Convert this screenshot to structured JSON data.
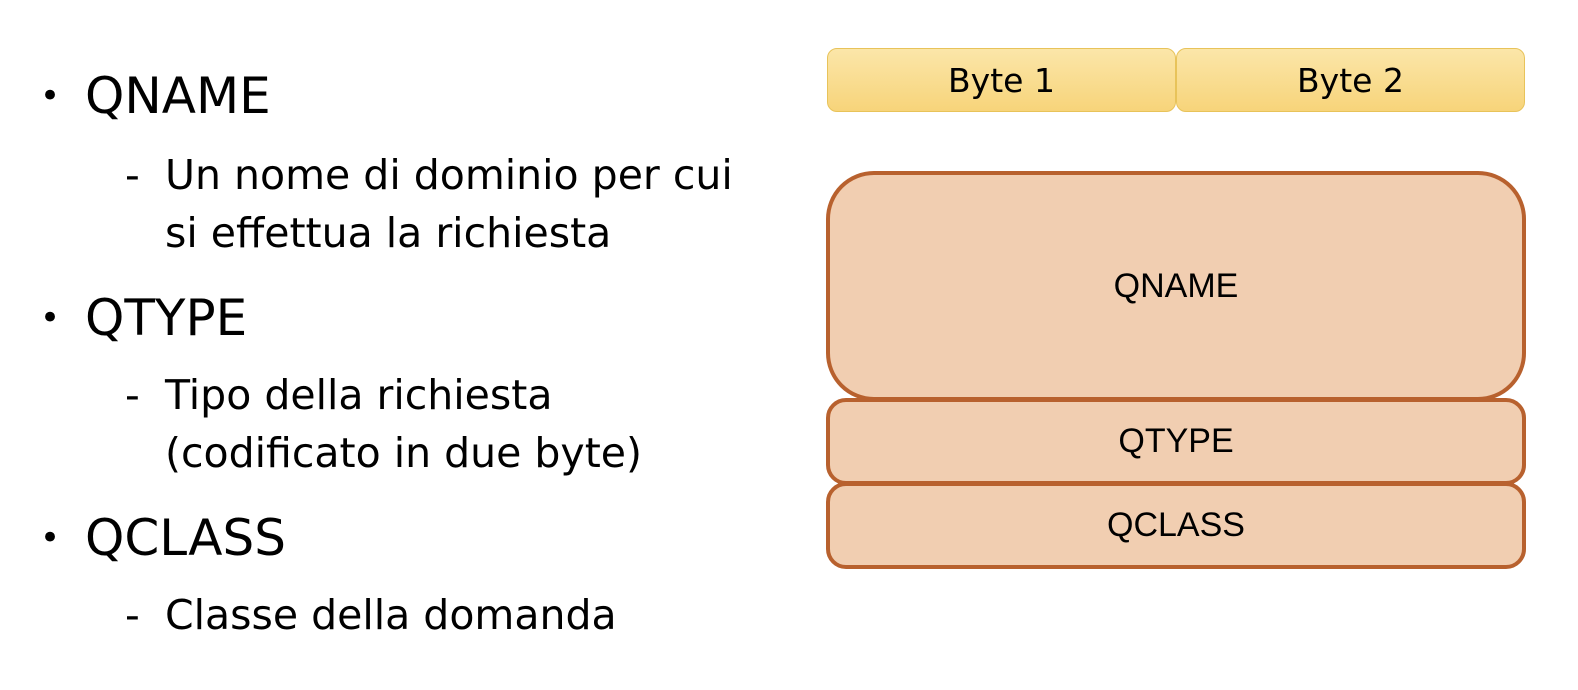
{
  "bullets": [
    {
      "title": "QNAME",
      "sub": [
        "Un nome di dominio per cui",
        "si effettua la richiesta"
      ]
    },
    {
      "title": "QTYPE",
      "sub": [
        "Tipo della richiesta",
        "(codificato in due byte)"
      ]
    },
    {
      "title": "QCLASS",
      "sub": [
        "Classe della domanda"
      ]
    }
  ],
  "bullet_symbol": "•",
  "dash_symbol": "-",
  "diagram": {
    "bytes": [
      "Byte 1",
      "Byte 2"
    ],
    "fields": [
      "QNAME",
      "QTYPE",
      "QCLASS"
    ],
    "colors": {
      "byte_fill": "#f7d47a",
      "field_fill": "#f1ceb1",
      "field_border": "#b8612e"
    }
  }
}
